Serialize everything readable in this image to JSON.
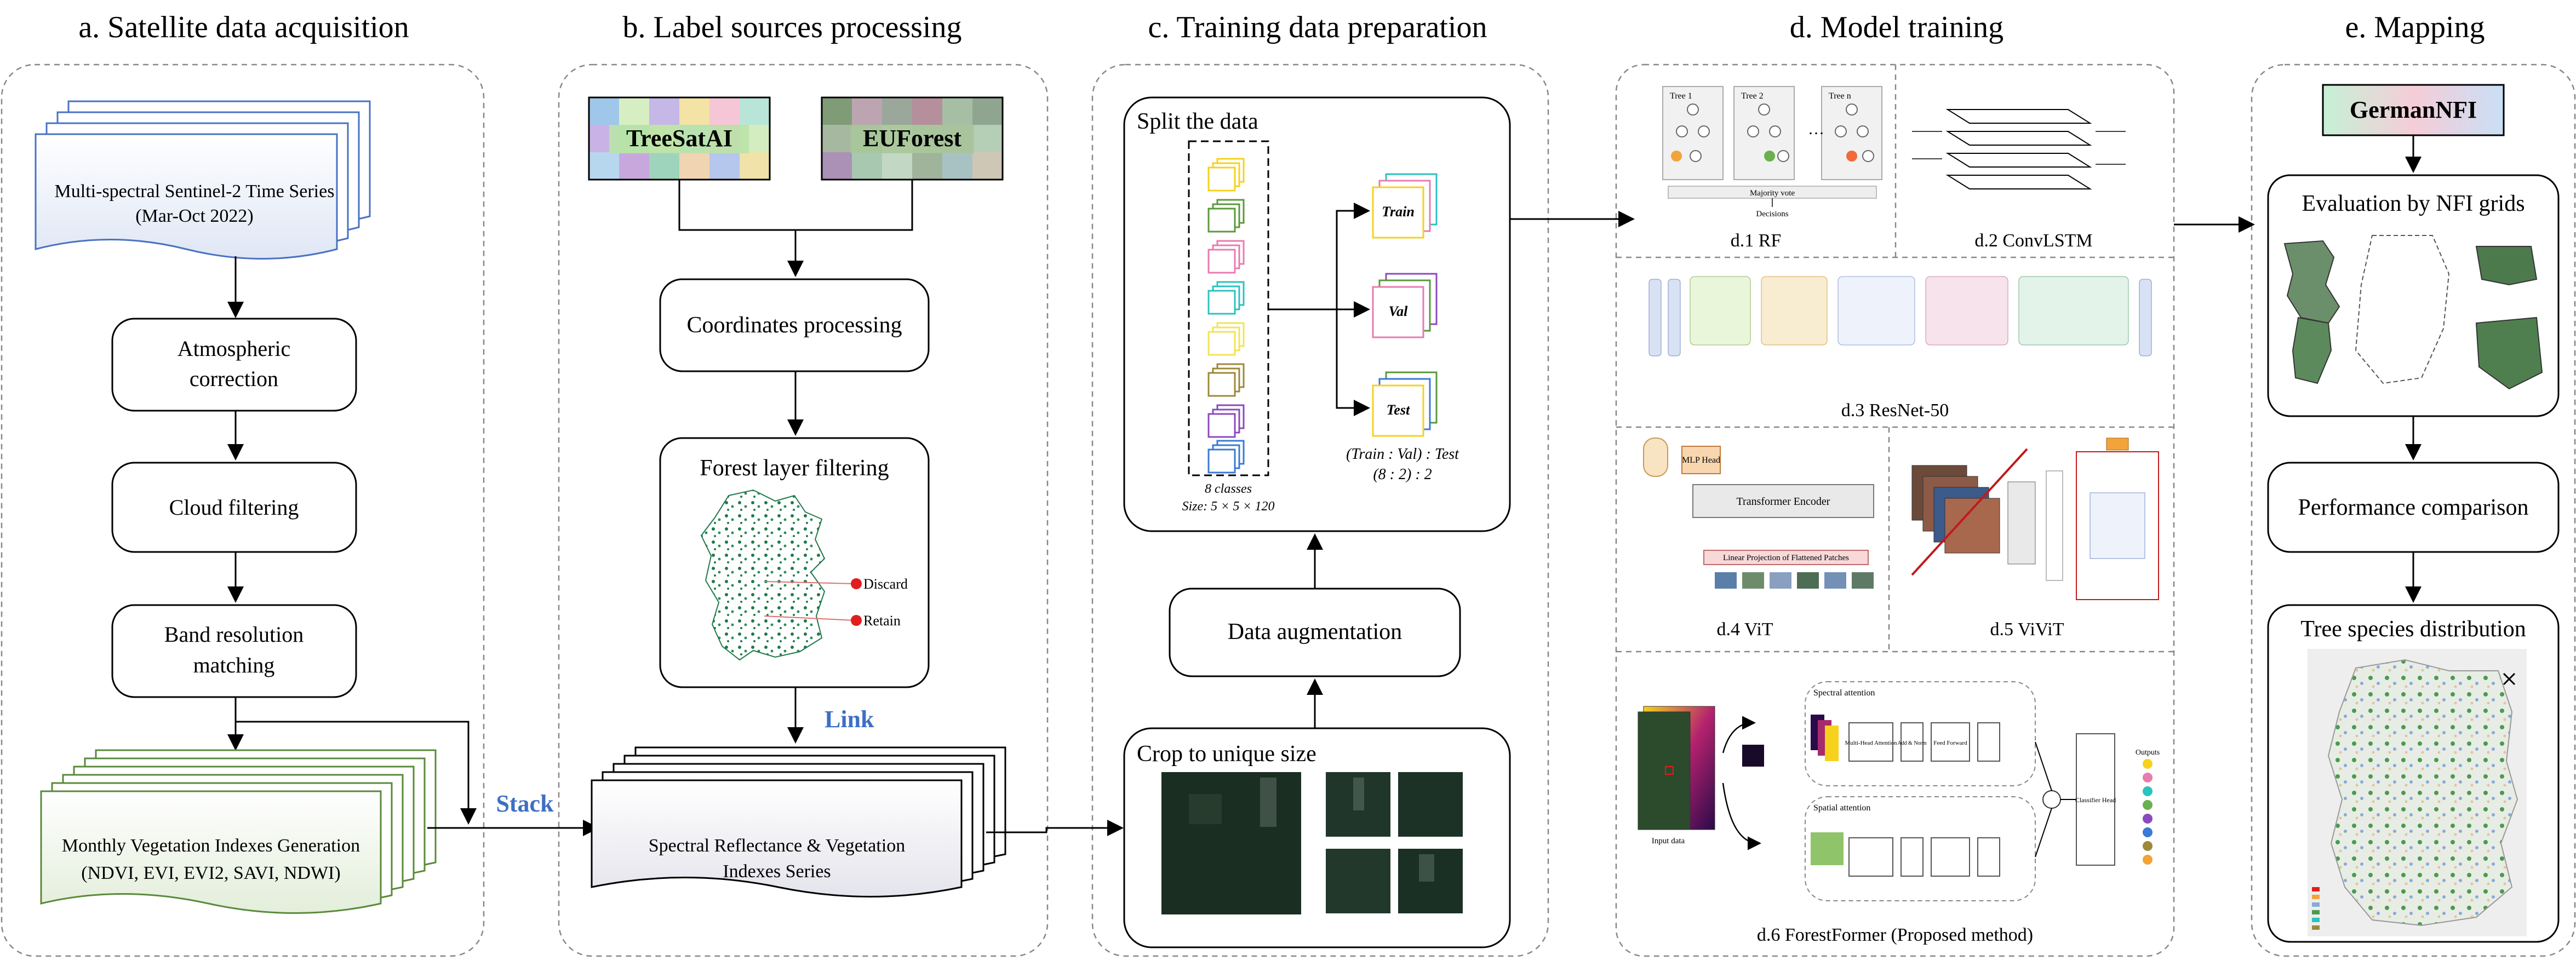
{
  "sections": {
    "a": {
      "title": "a. Satellite data acquisition",
      "doc_line1": "Multi-spectral Sentinel-2 Time Series",
      "doc_line2": "(Mar-Oct 2022)",
      "steps": [
        [
          "Atmospheric",
          "correction"
        ],
        [
          "Cloud filtering"
        ],
        [
          "Band resolution",
          "matching"
        ]
      ],
      "bottom_line1": "Monthly Vegetation Indexes Generation",
      "bottom_line2": "(NDVI, EVI, EVI2, SAVI, NDWI)"
    },
    "b": {
      "title": "b. Label sources processing",
      "source1": "TreeSatAI",
      "source2": "EUForest",
      "coords": "Coordinates processing",
      "filter_title": "Forest layer filtering",
      "discard": "Discard",
      "retain": "Retain",
      "link": "Link",
      "output_line1": "Spectral Reflectance & Vegetation",
      "output_line2": "Indexes Series"
    },
    "stack_label": "Stack",
    "c": {
      "title": "c. Training data preparation",
      "split_title": "Split the data",
      "train": "Train",
      "val": "Val",
      "test": "Test",
      "classes_line1": "8 classes",
      "classes_line2": "Size: 5 × 5 × 120",
      "ratio_line1": "(Train : Val) : Test",
      "ratio_line2": "(8 : 2) : 2",
      "augment": "Data augmentation",
      "crop": "Crop to unique size"
    },
    "d": {
      "title": "d. Model training",
      "rf": "d.1 RF",
      "convlstm": "d.2 ConvLSTM",
      "resnet": "d.3 ResNet-50",
      "vit": "d.4 ViT",
      "vivit": "d.5 ViViT",
      "forestformer": "d.6 ForestFormer (Proposed method)",
      "rf_tree1": "Tree 1",
      "rf_tree2": "Tree 2",
      "rf_treen": "Tree n",
      "rf_vote": "Majority vote",
      "rf_decision": "Decisions",
      "vit_encoder": "Transformer Encoder",
      "vit_mlp": "MLP Head",
      "vit_linear": "Linear Projection of Flattened Patches",
      "ff_spectral": "Spectral attention",
      "ff_spatial": "Spatial attention",
      "ff_mha": "Multi-Head Attention",
      "ff_ff": "Feed Forward",
      "ff_addnorm": "Add & Norm",
      "ff_classifier": "Classifier Head",
      "ff_outputs": "Outputs",
      "ff_input": "Input data"
    },
    "e": {
      "title": "e. Mapping",
      "nfi": "GermanNFI",
      "eval": "Evaluation by NFI grids",
      "perf": "Performance comparison",
      "dist": "Tree species distribution"
    }
  },
  "colors": {
    "sentinel_blue": "#4a72c4",
    "vegetation_green": "#5a8a3a",
    "link_blue": "#3d6fc4",
    "discard_red": "#e01e1e",
    "forest_green": "#1e7a4a"
  }
}
